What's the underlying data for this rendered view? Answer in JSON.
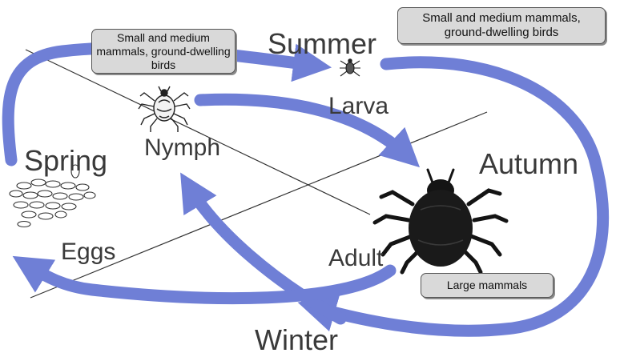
{
  "seasons": {
    "summer": "Summer",
    "autumn": "Autumn",
    "winter": "Winter",
    "spring": "Spring"
  },
  "stages": {
    "larva": "Larva",
    "nymph": "Nymph",
    "adult": "Adult",
    "eggs": "Eggs"
  },
  "hosts": {
    "nymph_host": "Small and medium mammals, ground-dwelling birds",
    "larva_host": "Small and medium mammals, ground-dwelling birds",
    "adult_host": "Large mammals"
  },
  "colors": {
    "arrow": "#6f7fd6",
    "box_fill": "#d9d9d9",
    "text": "#3a3a3a",
    "tick": "#1a1a1a"
  }
}
